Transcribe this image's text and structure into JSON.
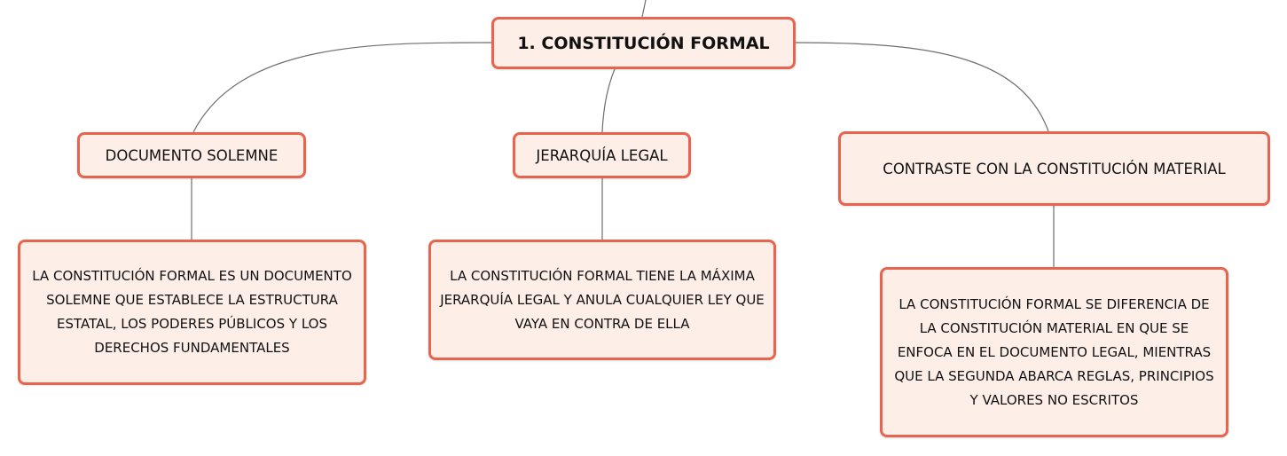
{
  "diagram": {
    "root": {
      "label": "1. CONSTITUCIÓN FORMAL"
    },
    "branches": [
      {
        "title": "DOCUMENTO SOLEMNE",
        "detail": "LA CONSTITUCIÓN FORMAL ES UN DOCUMENTO SOLEMNE QUE ESTABLECE LA ESTRUCTURA ESTATAL, LOS PODERES PÚBLICOS Y LOS DERECHOS FUNDAMENTALES"
      },
      {
        "title": "JERARQUÍA LEGAL",
        "detail": "LA CONSTITUCIÓN FORMAL TIENE LA MÁXIMA JERARQUÍA LEGAL Y ANULA CUALQUIER LEY QUE VAYA EN CONTRA DE ELLA"
      },
      {
        "title": "CONTRASTE CON LA CONSTITUCIÓN MATERIAL",
        "detail": "LA CONSTITUCIÓN FORMAL SE DIFERENCIA DE LA CONSTITUCIÓN MATERIAL EN QUE SE ENFOCA EN EL DOCUMENTO LEGAL, MIENTRAS QUE LA SEGUNDA ABARCA REGLAS, PRINCIPIOS Y VALORES NO ESCRITOS"
      }
    ]
  },
  "colors": {
    "node_border": "#e8644f",
    "node_fill": "#fdeee8",
    "connector": "#6e6e6e",
    "text": "#111111"
  }
}
